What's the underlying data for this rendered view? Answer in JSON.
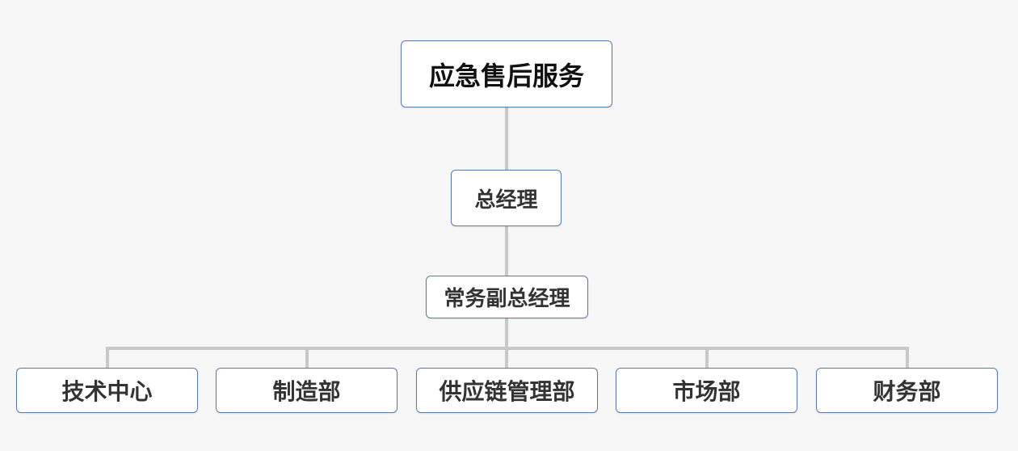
{
  "colors": {
    "background": "#f7f7f8",
    "node_border": "#5b7aa8",
    "node_fill": "#ffffff",
    "connector": "#c8c8c8",
    "text": "#333333"
  },
  "root": {
    "label": "应急售后服务"
  },
  "general_manager": {
    "label": "总经理"
  },
  "executive_vice_gm": {
    "label": "常务副总经理"
  },
  "departments": [
    {
      "label": "技术中心"
    },
    {
      "label": "制造部"
    },
    {
      "label": "供应链管理部"
    },
    {
      "label": "市场部"
    },
    {
      "label": "财务部"
    }
  ]
}
